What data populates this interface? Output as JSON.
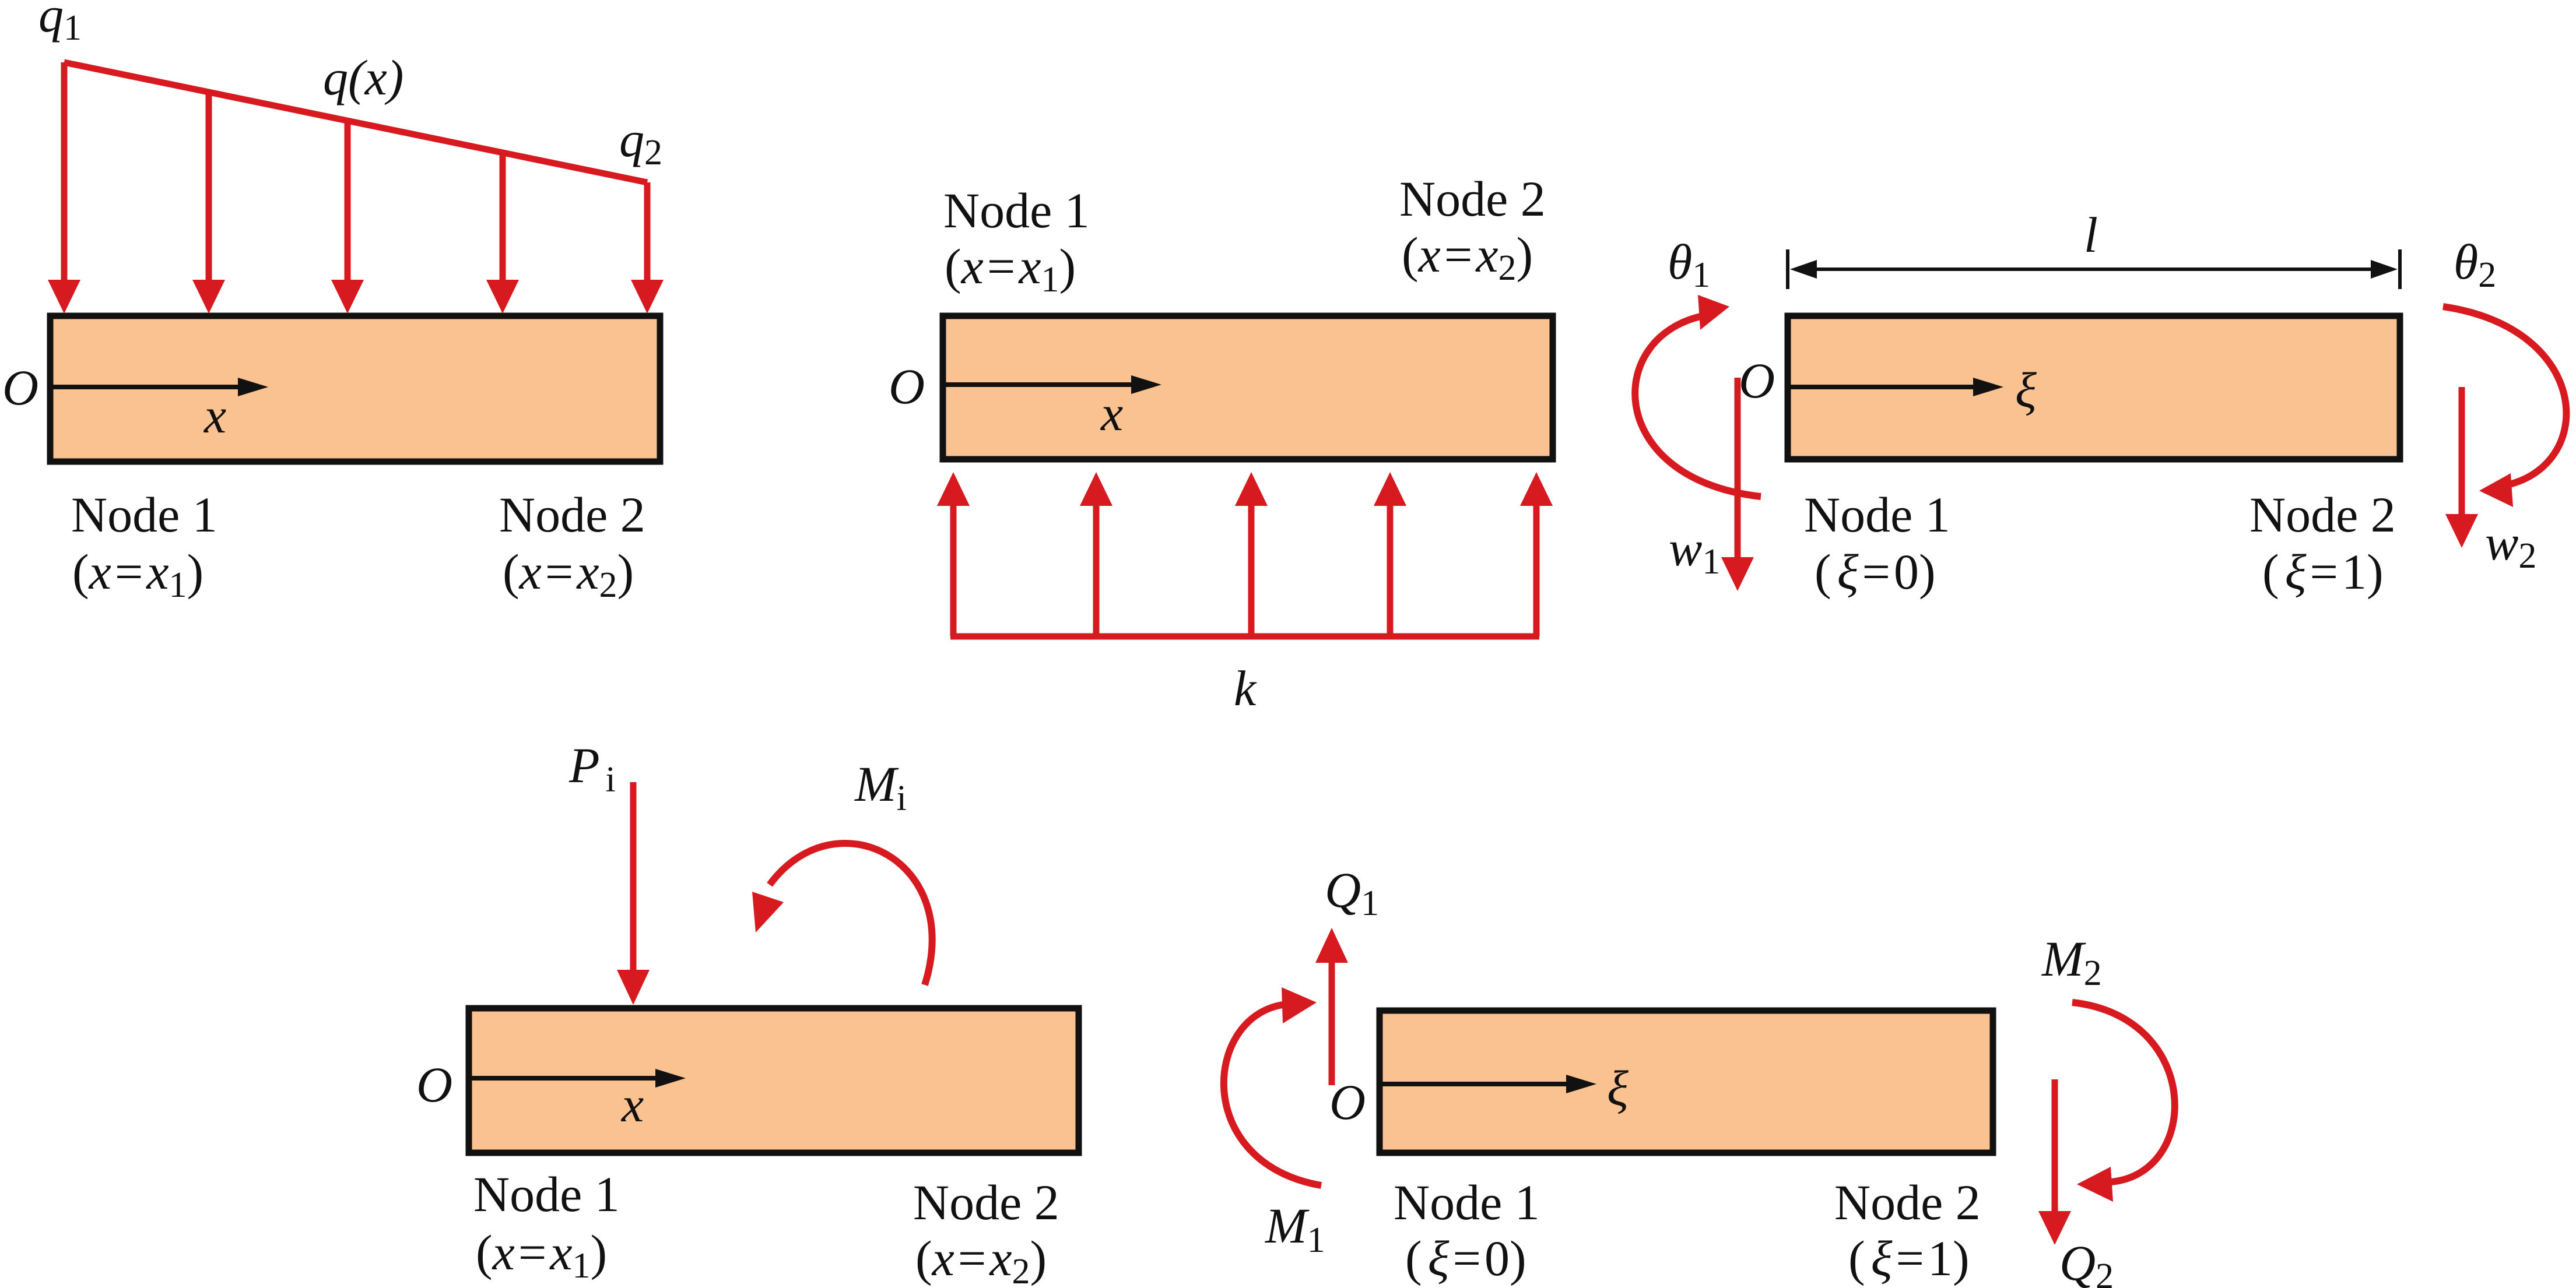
{
  "labels": {
    "node1": "Node 1",
    "node2": "Node 2",
    "origin": "O",
    "x_axis": "x",
    "xi_axis": "ξ",
    "paren_open": "(",
    "paren_close": ")",
    "equals": "=",
    "x_var": "x",
    "x_sym": "x",
    "xi_sym": "ξ",
    "zero": "0",
    "one": "1",
    "sub1": "1",
    "sub2": "2",
    "sub_i": "i",
    "q_sym": "q",
    "q_of_x": "q(x)",
    "k": "k",
    "l": "l",
    "theta_sym": "θ",
    "w_sym": "w",
    "P_sym": "P",
    "M_sym": "M",
    "Q_sym": "Q"
  },
  "colors": {
    "beam_fill": "#F9C290",
    "beam_stroke": "#111111",
    "load_red": "#D71920"
  }
}
